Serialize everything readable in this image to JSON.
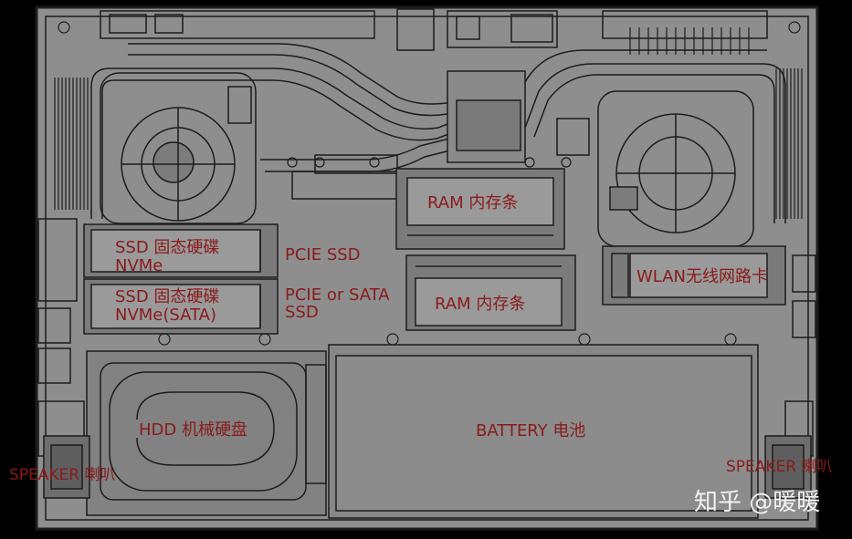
{
  "diagram": {
    "labels": {
      "ssd1_line1": "SSD 固态硬碟",
      "ssd1_line2": "NVMe",
      "ssd2_line1": "SSD 固态硬碟",
      "ssd2_line2": "NVMe(SATA)",
      "pcie_ssd": "PCIE SSD",
      "pcie_sata_line1": "PCIE or SATA",
      "pcie_sata_line2": "SSD",
      "ram_top": "RAM 内存条",
      "ram_bottom": "RAM 内存条",
      "wlan": "WLAN无线网路卡",
      "hdd": "HDD 机械硬盘",
      "battery": "BATTERY 电池",
      "speaker_left": "SPEAKER 喇叭",
      "speaker_right": "SPEAKER 喇叭"
    },
    "watermark": "知乎 @暖暖",
    "colors": {
      "background": "#000000",
      "chassis": "#8e8e8e",
      "line": "#1c1c1c",
      "highlight": "#7b7b7b",
      "label": "#8b1a1a"
    }
  }
}
